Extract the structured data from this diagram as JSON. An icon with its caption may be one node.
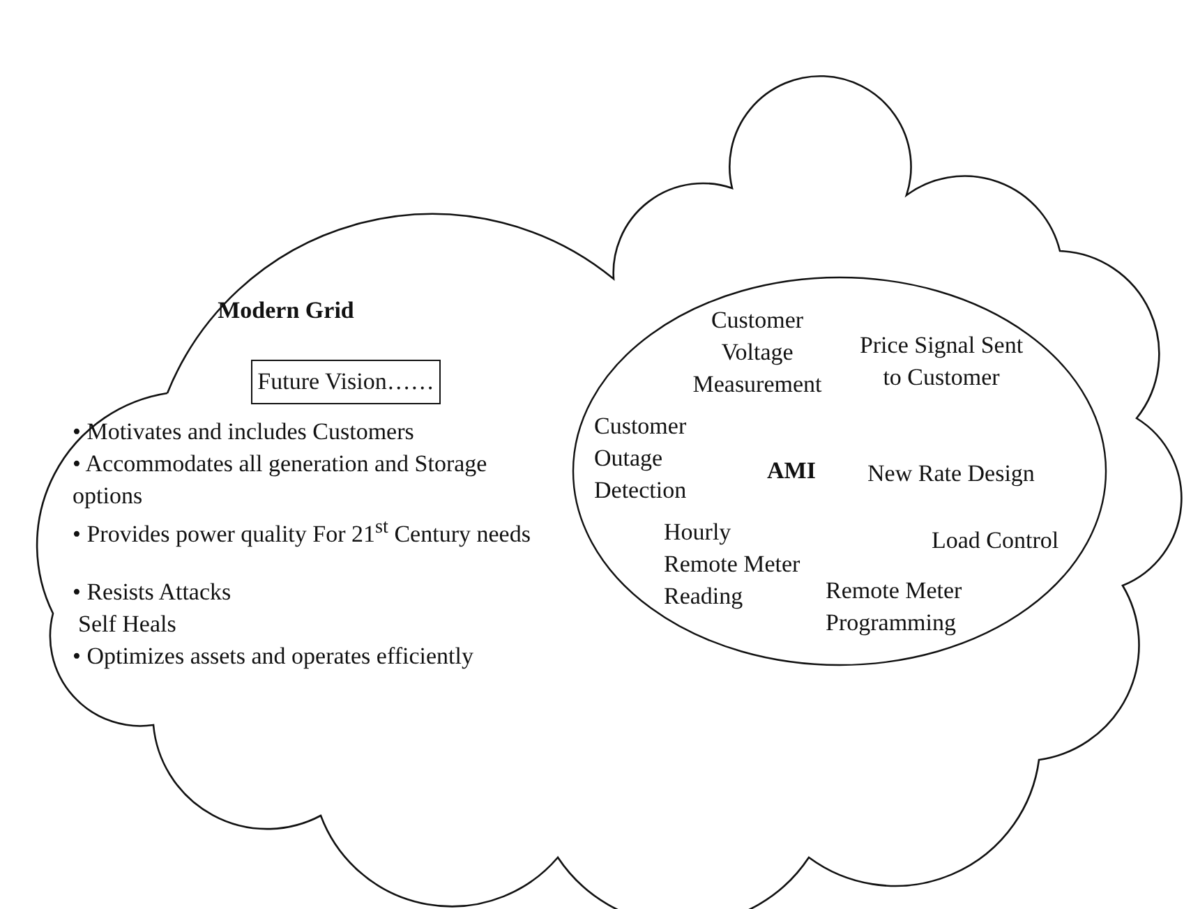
{
  "diagram": {
    "nodes": [
      {
        "text": [
          "Modern Grid",
          "• Motivates and includes Customers",
          "• Accommodates all generation and Storage options",
          "• Provides power quality For 21$^{st}$ Century needs",
          "• Resists Attacks",
          "Self Heals",
          "• Optimizes assets and operates efficiently"
        ]
      },
      {
        "text": [
          "Future Vision……"
        ],
        "in": 0
      },
      {
        "text": [
          "Customer Voltage Measurement",
          "Price Signal Sent to Customer",
          "Customer Outage Detection",
          "AMI",
          "New Rate Design",
          "Hourly Remote Meter Reading",
          "Load Control",
          "Remote Meter Programming"
        ],
        "in": 0
      }
    ],
    "edges": []
  }
}
